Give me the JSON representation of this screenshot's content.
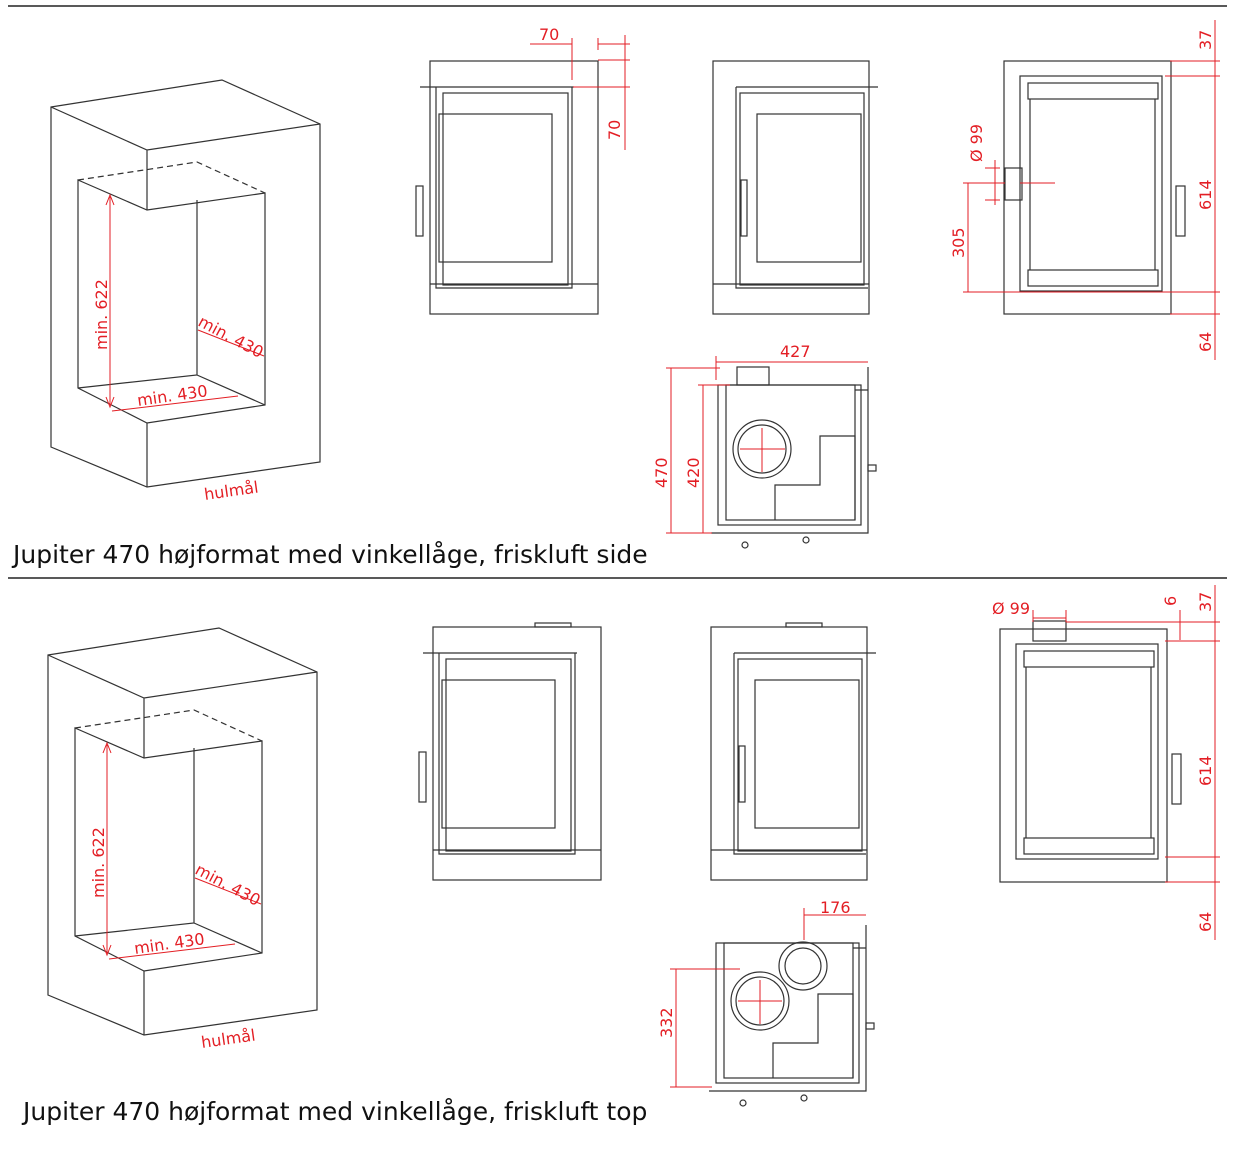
{
  "sections": [
    {
      "caption": "Jupiter 470 højformat med vinkellåge, friskluft side",
      "niche": {
        "height_label": "min. 622",
        "depth_label": "min. 430",
        "width_label": "min. 430",
        "name": "hulmål"
      },
      "dims": {
        "top_offset_a": "70",
        "top_offset_b": "70",
        "top_37": "37",
        "flue_dia": "Ø 99",
        "height_614": "614",
        "inlet_height": "305",
        "leg_64": "64",
        "width_427": "427",
        "depth_470": "470",
        "depth_420": "420"
      }
    },
    {
      "caption": "Jupiter 470 højformat med vinkellåge, friskluft top",
      "niche": {
        "height_label": "min. 622",
        "depth_label": "min. 430",
        "width_label": "min. 430",
        "name": "hulmål"
      },
      "dims": {
        "flue_dia": "Ø 99",
        "offset_6": "6",
        "top_37": "37",
        "height_614": "614",
        "leg_64": "64",
        "offset_176": "176",
        "depth_332": "332"
      }
    }
  ]
}
